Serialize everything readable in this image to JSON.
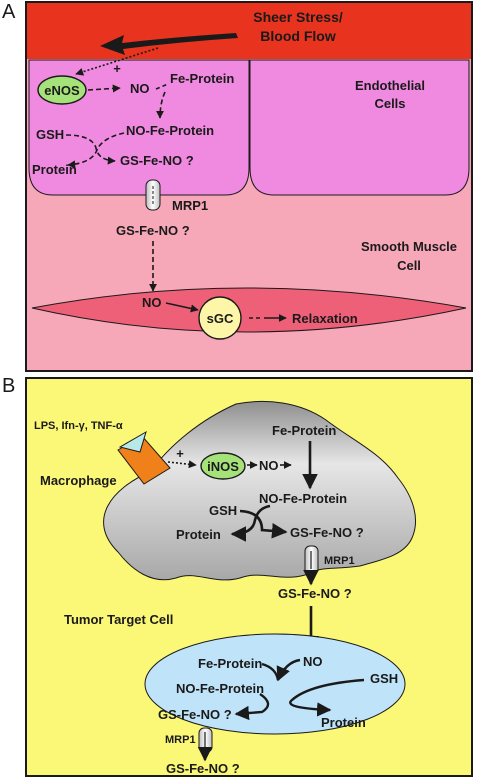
{
  "panel_a": {
    "letter": "A",
    "flow_label_line1": "Sheer Stress/",
    "flow_label_line2": "Blood Flow",
    "endothelial_label_line1": "Endothelial",
    "endothelial_label_line2": "Cells",
    "enos": "eNOS",
    "plus": "+",
    "no_top": "NO",
    "fe_protein": "Fe-Protein",
    "gsh": "GSH",
    "no_fe_protein": "NO-Fe-Protein",
    "protein": "Protein",
    "gs_fe_no_inner": "GS-Fe-NO ?",
    "mrp1": "MRP1",
    "gs_fe_no_outer": "GS-Fe-NO ?",
    "smooth_label_line1": "Smooth Muscle",
    "smooth_label_line2": "Cell",
    "no_bottom": "NO",
    "sgc": "sGC",
    "relaxation": "Relaxation",
    "colors": {
      "blood": "#e8331e",
      "endothelium": "#f08ae0",
      "smooth_bg": "#f7a8b8",
      "muscle_cell": "#ee6078",
      "enos_fill": "#a6e27a",
      "sgc_fill": "#fdf5a8"
    }
  },
  "panel_b": {
    "letter": "B",
    "stimuli": "LPS, Ifn-γ, TNF-α",
    "plus": "+",
    "macrophage": "Macrophage",
    "inos": "iNOS",
    "no_mac": "NO",
    "fe_protein_mac": "Fe-Protein",
    "gsh_mac": "GSH",
    "no_fe_protein_mac": "NO-Fe-Protein",
    "protein_mac": "Protein",
    "gs_fe_no_mac": "GS-Fe-NO ?",
    "mrp1_mac": "MRP1",
    "gs_fe_no_between": "GS-Fe-NO ?",
    "tumor_label": "Tumor Target Cell",
    "fe_protein_tumor": "Fe-Protein",
    "no_tumor": "NO",
    "no_fe_protein_tumor": "NO-Fe-Protein",
    "gsh_tumor": "GSH",
    "gs_fe_no_tumor": "GS-Fe-NO ?",
    "protein_tumor": "Protein",
    "mrp1_tumor": "MRP1",
    "gs_fe_no_out": "GS-Fe-NO ?",
    "colors": {
      "background": "#fbf777",
      "tumor_fill": "#bfe3f8",
      "inos_fill": "#a6e27a",
      "receptor": "#f0801a",
      "ligand": "#b8e8e8"
    }
  }
}
